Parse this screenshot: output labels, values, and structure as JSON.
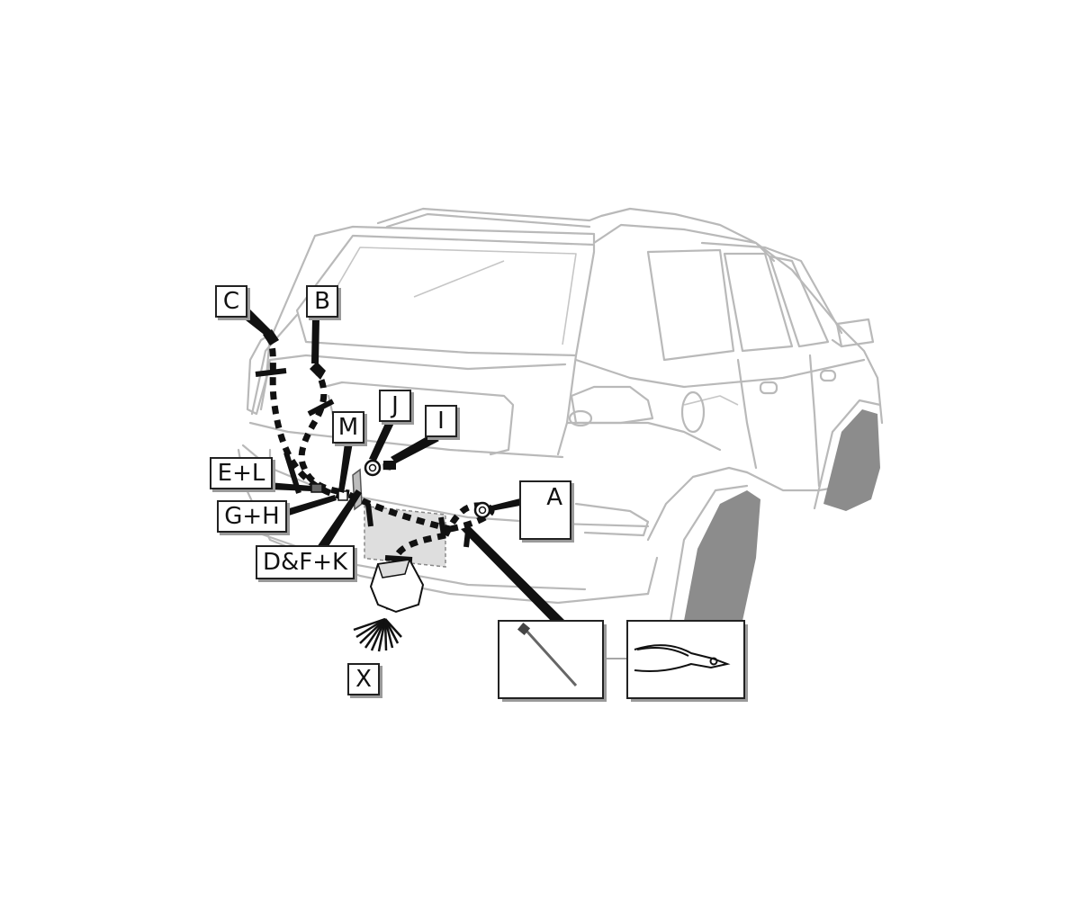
{
  "labels": {
    "c": "C",
    "b": "B",
    "j": "J",
    "i": "I",
    "m": "M",
    "e_l": "E+L",
    "g_h": "G+H",
    "df_k": "D&F+K",
    "a": "A",
    "x": "X"
  },
  "icons": {
    "ground": "ground-symbol-icon",
    "cable_tie": "cable-tie-icon",
    "pliers": "side-cutter-pliers-icon"
  },
  "colors": {
    "car_outline": "#b9b9b9",
    "tire": "#8c8c8c",
    "wire": "#111111",
    "module": "#dedede",
    "label_shadow": "#9a9a9a"
  }
}
